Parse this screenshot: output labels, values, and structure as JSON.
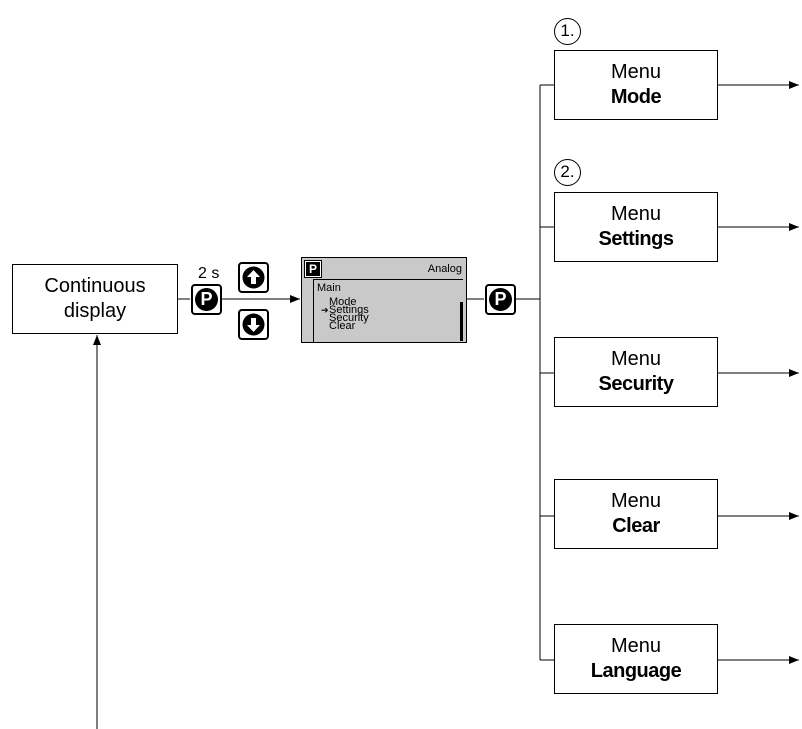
{
  "continuous_display": {
    "line1": "Continuous",
    "line2": "display"
  },
  "hold_time_label": "2 s",
  "lcd": {
    "right_title": "Analog",
    "heading": "Main",
    "items": [
      "Mode",
      "Settings",
      "Security",
      "Clear"
    ],
    "selected_index": 1,
    "p_glyph": "P"
  },
  "p_key_glyph": "P",
  "menus": [
    {
      "line1": "Menu",
      "line2": "Mode",
      "number": "1."
    },
    {
      "line1": "Menu",
      "line2": "Settings",
      "number": "2."
    },
    {
      "line1": "Menu",
      "line2": "Security",
      "number": ""
    },
    {
      "line1": "Menu",
      "line2": "Clear",
      "number": ""
    },
    {
      "line1": "Menu",
      "line2": "Language",
      "number": ""
    }
  ],
  "colors": {
    "lcd_background": "#c9c9c9",
    "line": "#000000",
    "background": "#ffffff"
  },
  "icons": {
    "p_key": "p-key-icon",
    "up_key": "up-arrow-key-icon",
    "down_key": "down-arrow-key-icon"
  }
}
